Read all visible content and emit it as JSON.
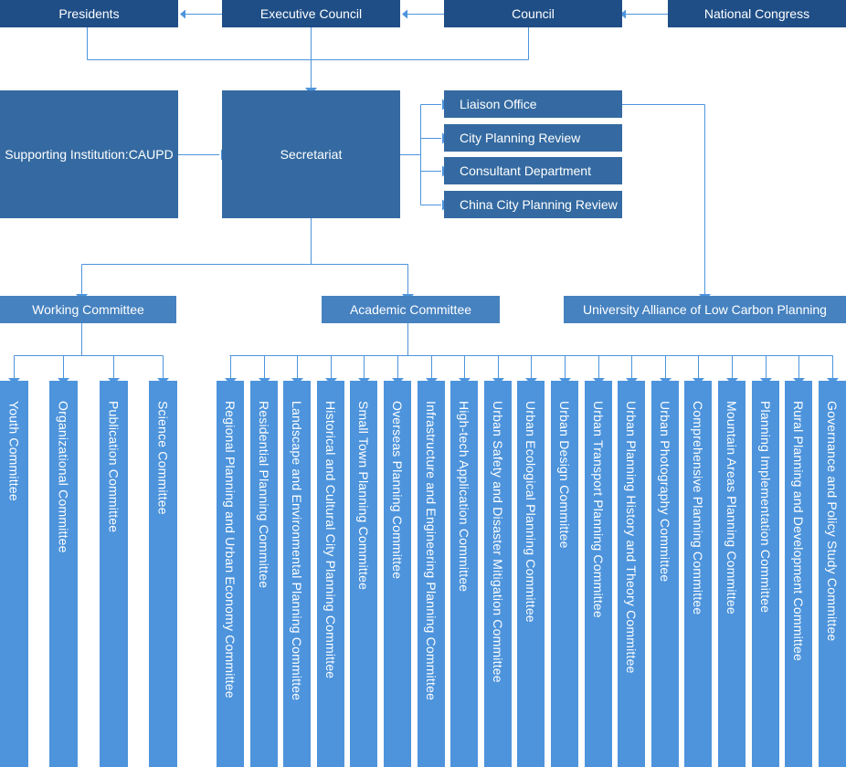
{
  "top": {
    "presidents": "Presidents",
    "executive_council": "Executive Council",
    "council": "Council",
    "national_congress": "National Congress"
  },
  "middle": {
    "supporting_institution": "Supporting Institution:CAUPD",
    "secretariat": "Secretariat",
    "offices": [
      "Liaison Office",
      "City Planning Review",
      "Consultant Department",
      "China City Planning Review"
    ]
  },
  "committees": {
    "working": "Working Committee",
    "academic": "Academic Committee",
    "university_alliance": "University Alliance of Low Carbon Planning"
  },
  "working_subcommittees": [
    "Youth Committee",
    "Organizational Committee",
    "Publication Committee",
    "Science Committee"
  ],
  "academic_subcommittees": [
    "Regional Planning and Urban Economy Committee",
    "Residential Planning Committee",
    "Landscape and Environmental Planning Committee",
    "Historical and Cultural City Planning Committee",
    "Small Town Planning Committee",
    "Overseas Planning Committee",
    "Infrastructure and Engineering Planning Committee",
    "High-tech Application Committee",
    "Urban Safety and Disaster Mitigation Committee",
    "Urban Ecological Planning Committee",
    "Urban Design Committee",
    "Urban Transport Planning Committee",
    "Urban Planning History and Theory Committee",
    "Urban Photography Committee",
    "Comprehensive Planning Committee",
    "Mountain Areas Planning Committee",
    "Planning Implementation Committee",
    "Rural Planning and Development Committee",
    "Governance and Policy Study Committee"
  ],
  "colors": {
    "top_boxes": "#1f4e86",
    "middle_boxes": "#346aa1",
    "committee_boxes": "#4682c0",
    "subcommittee_columns": "#4d94dc",
    "connector_lines": "#4d94dc"
  }
}
